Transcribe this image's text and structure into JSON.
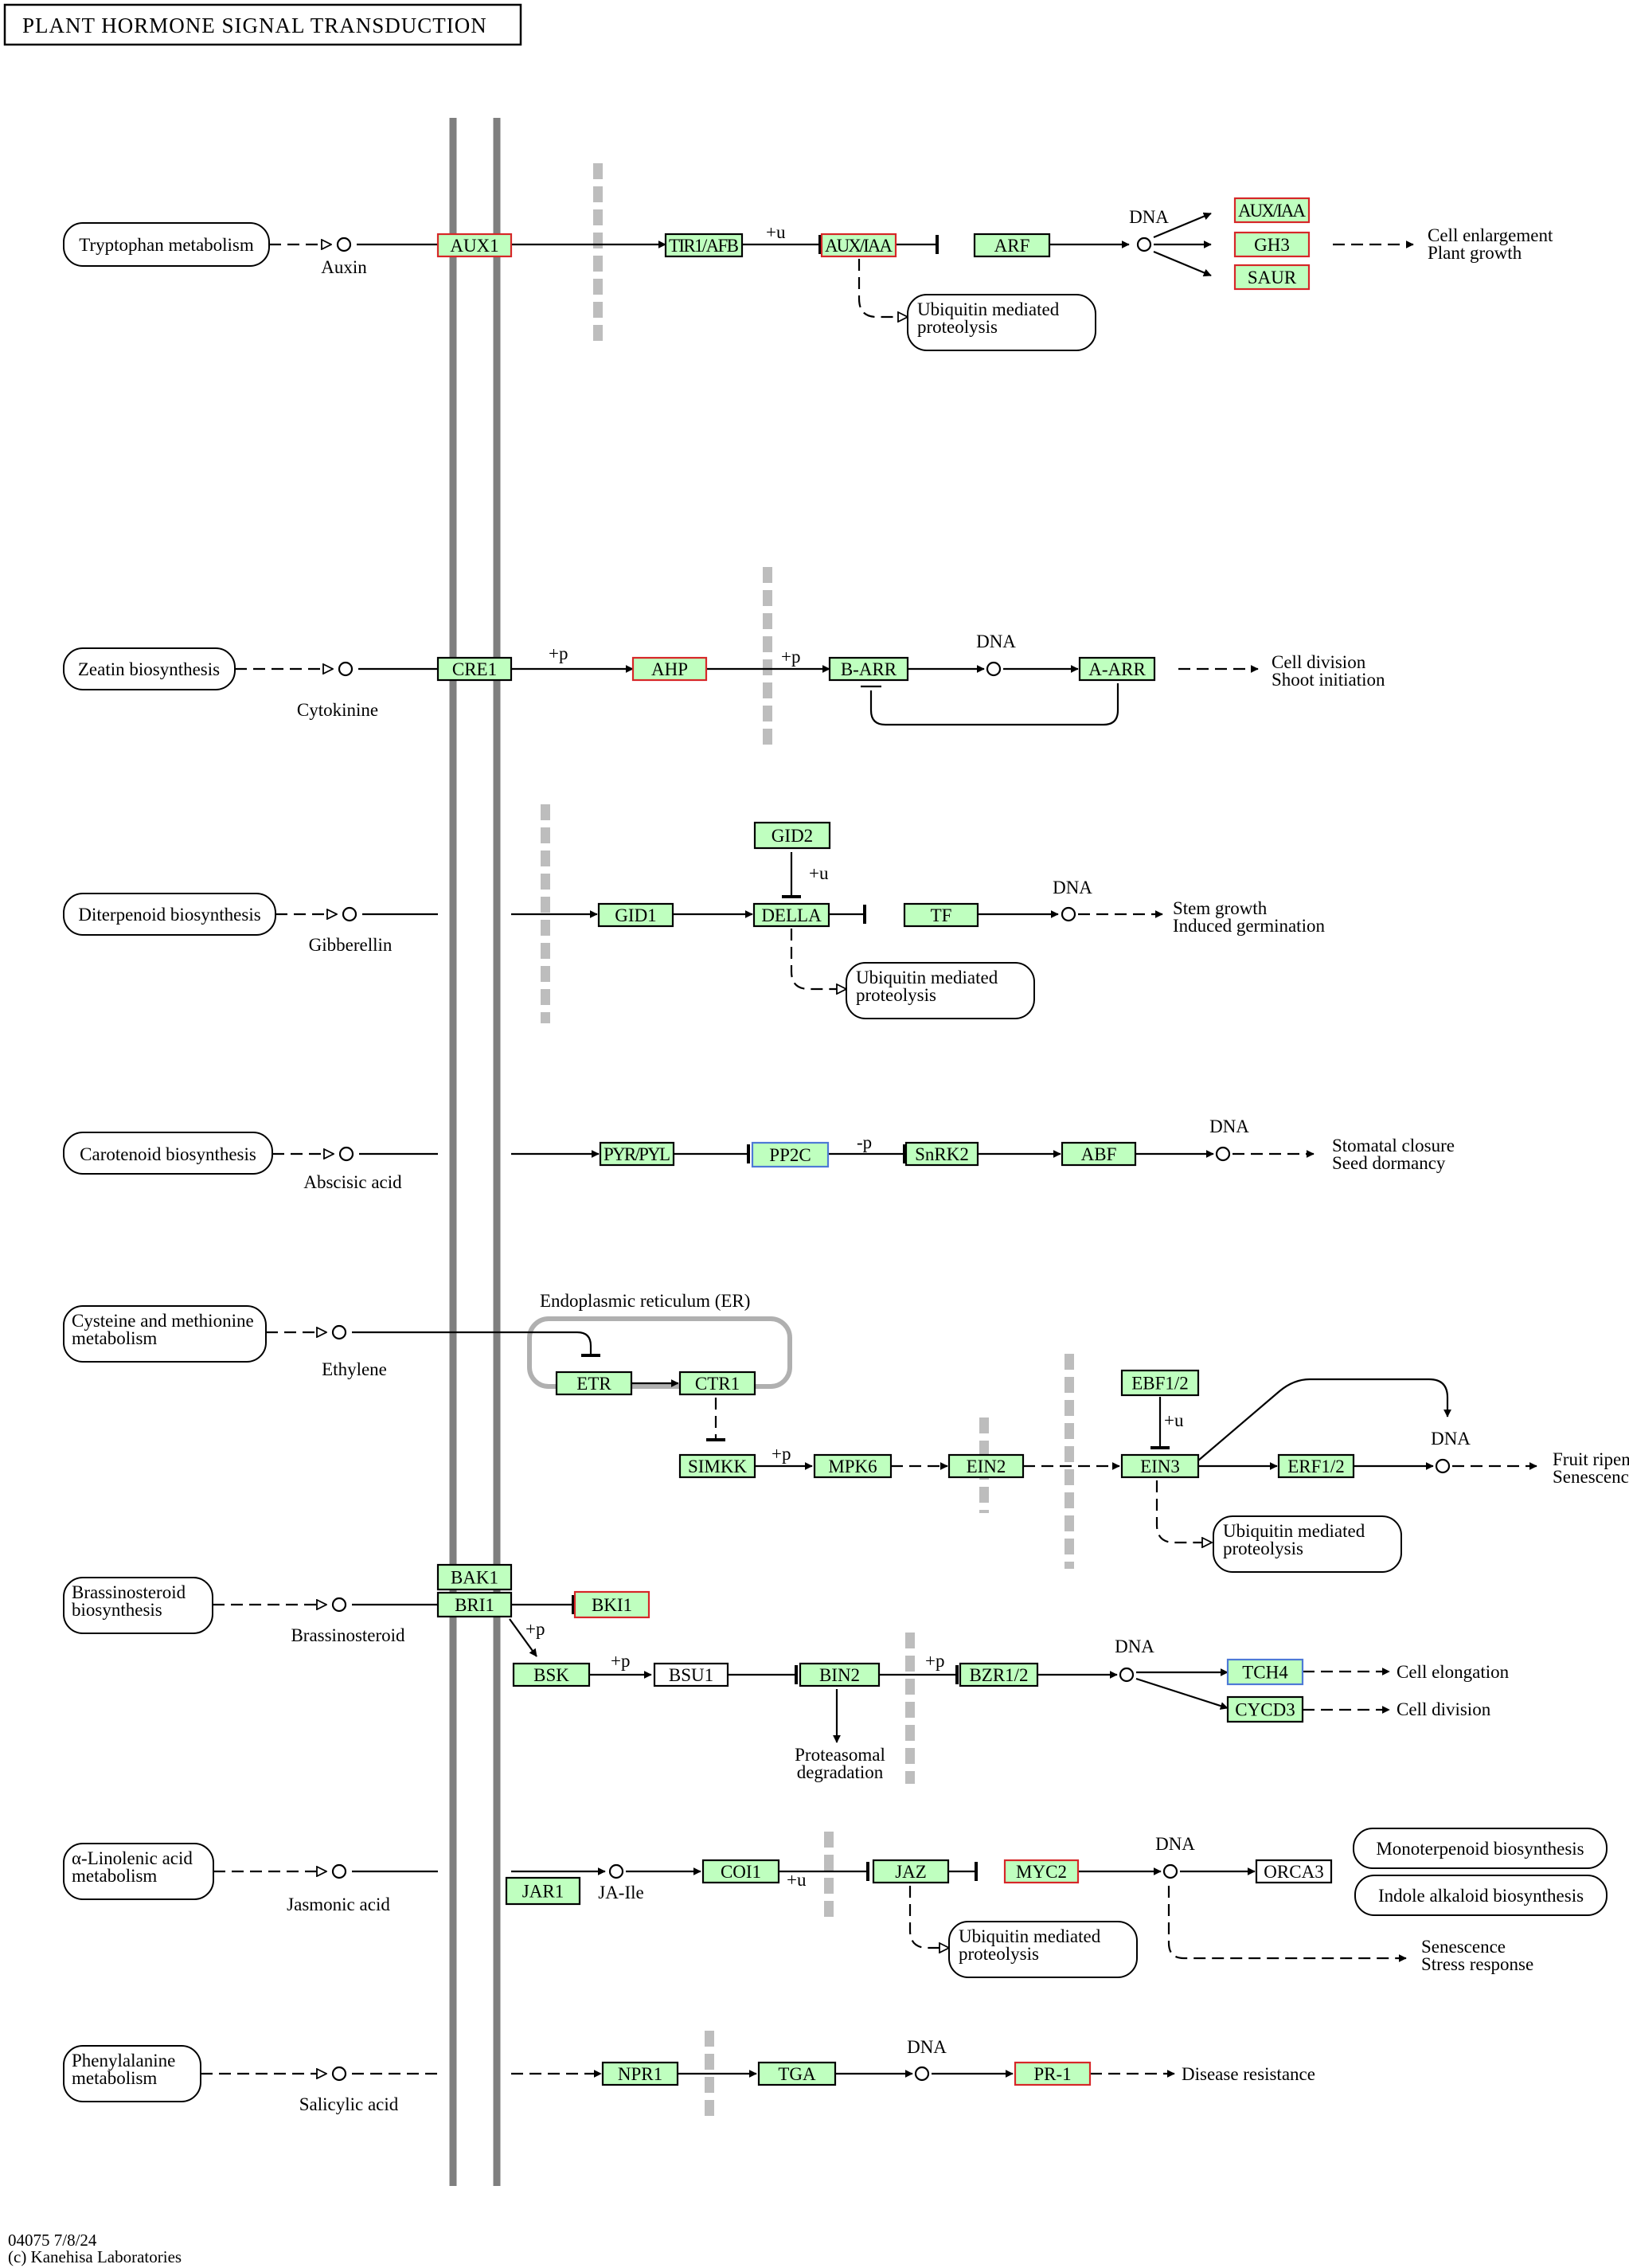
{
  "title": "PLANT HORMONE SIGNAL TRANSDUCTION",
  "footer": {
    "map_id": "04075 7/8/24",
    "copyright": "(c) Kanehisa Laboratories"
  },
  "colors": {
    "gene_fill": "#bfffbf",
    "default_border": "#000000",
    "red_border": "#d62728",
    "blue_border": "#4e79d6",
    "membrane": "#7f7f7f",
    "barrier": "#bdbdbd"
  },
  "pathways": [
    "Tryptophan metabolism",
    "Zeatin biosynthesis",
    "Diterpenoid biosynthesis",
    "Carotenoid biosynthesis",
    "Cysteine and methionine metabolism",
    "Brassinosteroid biosynthesis",
    "α-Linolenic acid metabolism",
    "Phenylalanine metabolism",
    "Ubiquitin mediated proteolysis",
    "Monoterpenoid biosynthesis",
    "Indole alkaloid biosynthesis"
  ],
  "hormones": [
    "Auxin",
    "Cytokinine",
    "Gibberellin",
    "Abscisic acid",
    "Ethylene",
    "Brassinosteroid",
    "Jasmonic acid",
    "JA-Ile",
    "Salicylic acid"
  ],
  "genes": {
    "AUX1": {
      "label": "AUX1",
      "border": "red"
    },
    "TIR1": {
      "label": "TIR1/AFB",
      "border": "black"
    },
    "AUXIAA": {
      "label": "AUX/IAA",
      "border": "red"
    },
    "ARF": {
      "label": "ARF",
      "border": "black"
    },
    "AUXIAA2": {
      "label": "AUX/IAA",
      "border": "red"
    },
    "GH3": {
      "label": "GH3",
      "border": "red"
    },
    "SAUR": {
      "label": "SAUR",
      "border": "red"
    },
    "CRE1": {
      "label": "CRE1",
      "border": "black"
    },
    "AHP": {
      "label": "AHP",
      "border": "red"
    },
    "BARR": {
      "label": "B-ARR",
      "border": "black"
    },
    "AARR": {
      "label": "A-ARR",
      "border": "black"
    },
    "GID2": {
      "label": "GID2",
      "border": "black"
    },
    "GID1": {
      "label": "GID1",
      "border": "black"
    },
    "DELLA": {
      "label": "DELLA",
      "border": "black"
    },
    "TF": {
      "label": "TF",
      "border": "black"
    },
    "PYR": {
      "label": "PYR/PYL",
      "border": "black"
    },
    "PP2C": {
      "label": "PP2C",
      "border": "blue"
    },
    "SnRK2": {
      "label": "SnRK2",
      "border": "black"
    },
    "ABF": {
      "label": "ABF",
      "border": "black"
    },
    "ETR": {
      "label": "ETR",
      "border": "black"
    },
    "CTR1": {
      "label": "CTR1",
      "border": "black"
    },
    "SIMKK": {
      "label": "SIMKK",
      "border": "black"
    },
    "MPK6": {
      "label": "MPK6",
      "border": "black"
    },
    "EIN2": {
      "label": "EIN2",
      "border": "black"
    },
    "EBF12": {
      "label": "EBF1/2",
      "border": "black"
    },
    "EIN3": {
      "label": "EIN3",
      "border": "black"
    },
    "ERF12": {
      "label": "ERF1/2",
      "border": "black"
    },
    "BAK1": {
      "label": "BAK1",
      "border": "black"
    },
    "BRI1": {
      "label": "BRI1",
      "border": "black"
    },
    "BKI1": {
      "label": "BKI1",
      "border": "red"
    },
    "BSK": {
      "label": "BSK",
      "border": "black"
    },
    "BSU1": {
      "label": "BSU1",
      "border": "black",
      "fill": "white"
    },
    "BIN2": {
      "label": "BIN2",
      "border": "black"
    },
    "BZR12": {
      "label": "BZR1/2",
      "border": "black"
    },
    "TCH4": {
      "label": "TCH4",
      "border": "blue"
    },
    "CYCD3": {
      "label": "CYCD3",
      "border": "black"
    },
    "JAR1": {
      "label": "JAR1",
      "border": "black"
    },
    "COI1": {
      "label": "COI1",
      "border": "black"
    },
    "JAZ": {
      "label": "JAZ",
      "border": "black"
    },
    "MYC2": {
      "label": "MYC2",
      "border": "red"
    },
    "ORCA3": {
      "label": "ORCA3",
      "border": "black",
      "fill": "white"
    },
    "NPR1": {
      "label": "NPR1",
      "border": "black"
    },
    "TGA": {
      "label": "TGA",
      "border": "black"
    },
    "PR1": {
      "label": "PR-1",
      "border": "red"
    }
  },
  "labels": {
    "dna": "DNA",
    "er": "Endoplasmic reticulum (ER)",
    "plus_u": "+u",
    "plus_p": "+p",
    "minus_p": "-p",
    "proteasomal": "Proteasomal",
    "degradation": "degradation"
  },
  "outcomes": {
    "auxin": [
      "Cell enlargement",
      "Plant growth"
    ],
    "cytokinin": [
      "Cell division",
      "Shoot initiation"
    ],
    "gibberellin": [
      "Stem growth",
      "Induced germination"
    ],
    "aba": [
      "Stomatal closure",
      "Seed dormancy"
    ],
    "ethylene": [
      "Fruit ripening",
      "Senescence"
    ],
    "brassino_tch4": "Cell elongation",
    "brassino_cycd3": "Cell division",
    "jasmonic": [
      "Senescence",
      "Stress response"
    ],
    "salicylic": "Disease resistance"
  }
}
